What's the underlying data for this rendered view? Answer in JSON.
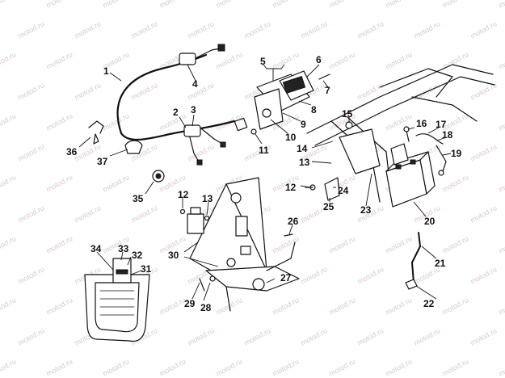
{
  "watermark": "motod.ru",
  "callouts": [
    {
      "id": "c1",
      "text": "1"
    },
    {
      "id": "c2",
      "text": "2"
    },
    {
      "id": "c3",
      "text": "3"
    },
    {
      "id": "c4",
      "text": "4"
    },
    {
      "id": "c5",
      "text": "5"
    },
    {
      "id": "c6",
      "text": "6"
    },
    {
      "id": "c7",
      "text": "7"
    },
    {
      "id": "c8",
      "text": "8"
    },
    {
      "id": "c9",
      "text": "9"
    },
    {
      "id": "c10",
      "text": "10"
    },
    {
      "id": "c11",
      "text": "11"
    },
    {
      "id": "c12a",
      "text": "12"
    },
    {
      "id": "c12b",
      "text": "12"
    },
    {
      "id": "c13a",
      "text": "13"
    },
    {
      "id": "c13b",
      "text": "13"
    },
    {
      "id": "c14",
      "text": "14"
    },
    {
      "id": "c15",
      "text": "15"
    },
    {
      "id": "c16",
      "text": "16"
    },
    {
      "id": "c17",
      "text": "17"
    },
    {
      "id": "c18",
      "text": "18"
    },
    {
      "id": "c19",
      "text": "19"
    },
    {
      "id": "c20",
      "text": "20"
    },
    {
      "id": "c21",
      "text": "21"
    },
    {
      "id": "c22",
      "text": "22"
    },
    {
      "id": "c23",
      "text": "23"
    },
    {
      "id": "c24",
      "text": "24"
    },
    {
      "id": "c25",
      "text": "25"
    },
    {
      "id": "c26",
      "text": "26"
    },
    {
      "id": "c27",
      "text": "27"
    },
    {
      "id": "c28",
      "text": "28"
    },
    {
      "id": "c29",
      "text": "29"
    },
    {
      "id": "c30",
      "text": "30"
    },
    {
      "id": "c31",
      "text": "31"
    },
    {
      "id": "c32",
      "text": "32"
    },
    {
      "id": "c33",
      "text": "33"
    },
    {
      "id": "c34",
      "text": "34"
    },
    {
      "id": "c35",
      "text": "35"
    },
    {
      "id": "c36",
      "text": "36"
    },
    {
      "id": "c37",
      "text": "37"
    }
  ]
}
